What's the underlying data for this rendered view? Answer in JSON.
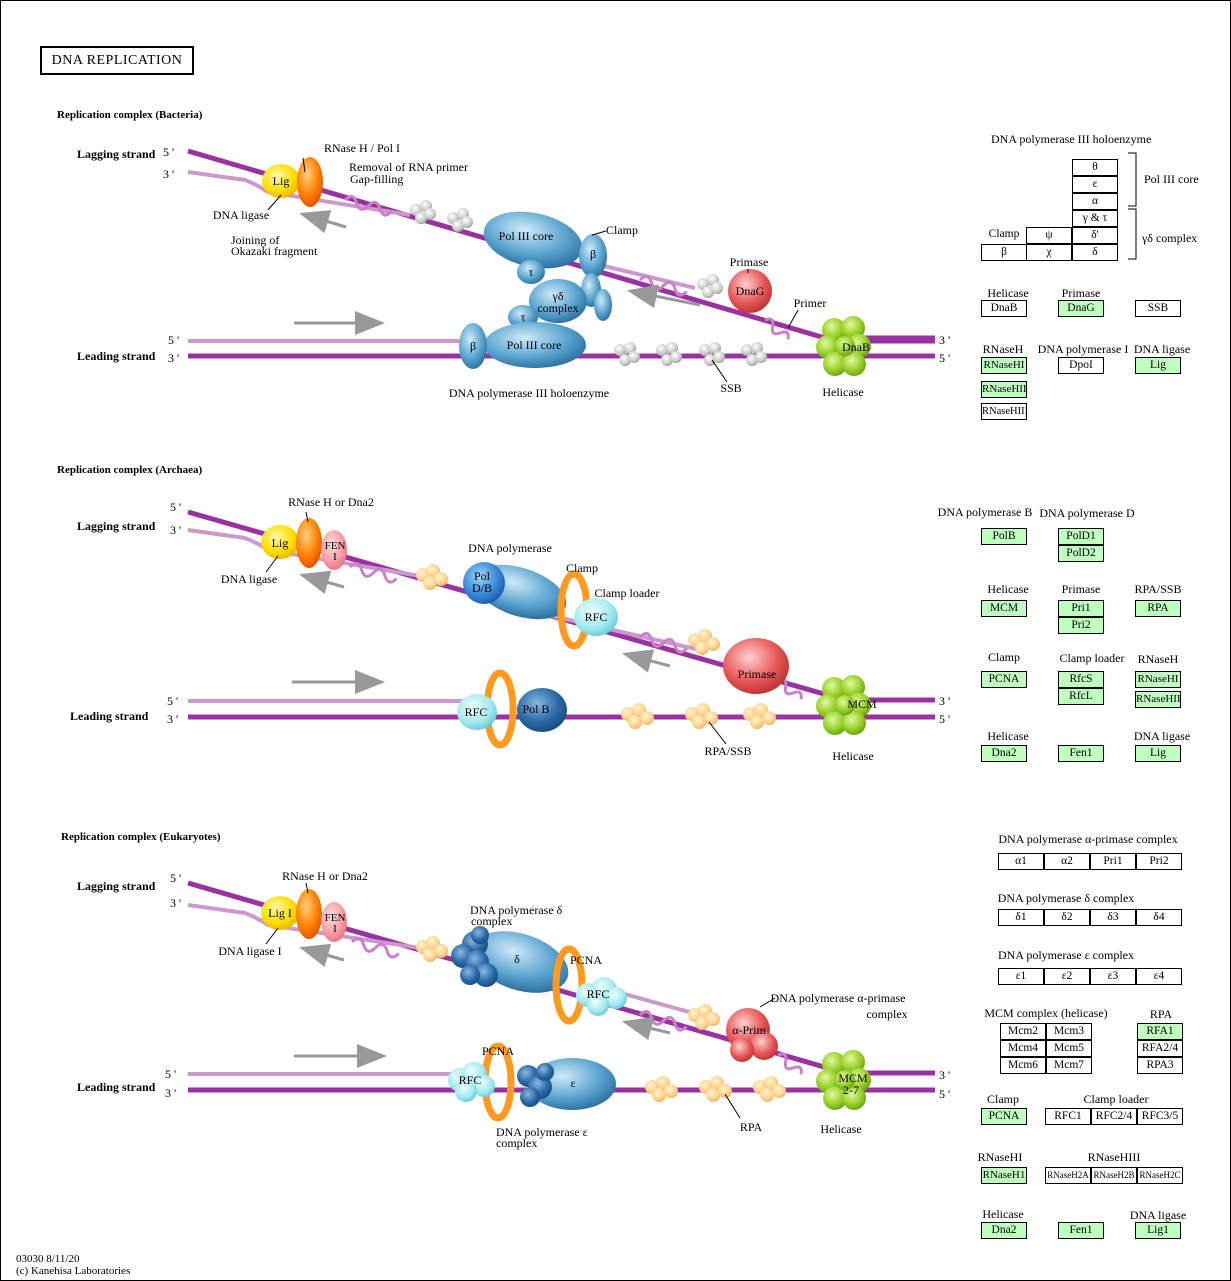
{
  "title": "DNA REPLICATION",
  "footer": {
    "id_date": "03030 8/11/20",
    "copyright": "(c) Kanehisa Laboratories"
  },
  "bacteria": {
    "heading": "Replication complex (Bacteria)",
    "lagging": "Lagging strand",
    "leading": "Leading strand",
    "p5": "5 '",
    "p3": "3 '",
    "rnaseh": "RNase H / Pol I",
    "removal": "Removal of RNA primer",
    "gap": "Gap-filling",
    "lig": "Lig",
    "ligase": "DNA ligase",
    "joining1": "Joining of",
    "joining2": "Okazaki fragment",
    "pol3core": "Pol III core",
    "clamp": "Clamp",
    "beta": "β",
    "tau": "τ",
    "gd1": "γδ",
    "gd2": "complex",
    "primase": "Primase",
    "dnag": "DnaG",
    "primer": "Primer",
    "dnab": "DnaB",
    "helicase": "Helicase",
    "ssb": "SSB",
    "holo": "DNA polymerase III holoenzyme"
  },
  "archaea": {
    "heading": "Replication complex (Archaea)",
    "lagging": "Lagging strand",
    "leading": "Leading strand",
    "p5": "5 '",
    "p3": "3 '",
    "rnaseh": "RNase H or Dna2",
    "lig": "Lig",
    "ligase": "DNA ligase",
    "fen1": "FEN",
    "fen2": "I",
    "dnapol": "DNA polymerase",
    "pol1": "Pol",
    "pol2": "D/B",
    "clamp": "Clamp",
    "clamploader": "Clamp loader",
    "rfc": "RFC",
    "primase": "Primase",
    "mcm": "MCM",
    "helicase": "Helicase",
    "polb": "Pol B",
    "rpassb": "RPA/SSB"
  },
  "eukaryotes": {
    "heading": "Replication complex (Eukaryotes)",
    "lagging": "Lagging strand",
    "leading": "Leading strand",
    "p5": "5 '",
    "p3": "3 '",
    "rnaseh": "RNase H or Dna2",
    "lig": "Lig I",
    "ligase": "DNA ligase I",
    "fen1": "FEN",
    "fen2": "I",
    "pold1": "DNA polymerase δ",
    "pold2": "complex",
    "delta": "δ",
    "pcna": "PCNA",
    "rfc": "RFC",
    "aprim": "α-Prim",
    "apc1": "DNA polymerase α-primase",
    "apc2": "complex",
    "mcm1": "MCM",
    "mcm2": "2-7",
    "helicase": "Helicase",
    "eps": "ε",
    "pole1": "DNA polymerase ε",
    "pole2": "complex",
    "rpa": "RPA"
  },
  "legend_bacteria": {
    "holo": "DNA polymerase III holoenzyme",
    "theta": "θ",
    "epsilon": "ε",
    "alpha": "α",
    "gt": "γ & τ",
    "clamp": "Clamp",
    "psi": "ψ",
    "dprime": "δ'",
    "beta": "β",
    "chi": "χ",
    "delta": "δ",
    "core": "Pol III core",
    "gdc": "γδ complex",
    "helicase": "Helicase",
    "dnab": "DnaB",
    "primase": "Primase",
    "dnag": "DnaG",
    "ssb": "SSB",
    "rnaseh": "RNaseH",
    "rh1": "RNaseHI",
    "rh2": "RNaseHII",
    "rh3": "RNaseHIII",
    "pol1": "DNA polymerase I",
    "dpoi": "DpoI",
    "ligase": "DNA ligase",
    "lig": "Lig"
  },
  "legend_archaea": {
    "polb": "DNA polymerase B",
    "polb_g": "PolB",
    "pold": "DNA polymerase D",
    "pold1": "PolD1",
    "pold2": "PolD2",
    "helicase": "Helicase",
    "mcm": "MCM",
    "primase": "Primase",
    "pri1": "Pri1",
    "pri2": "Pri2",
    "rpassb": "RPA/SSB",
    "rpa": "RPA",
    "clamp": "Clamp",
    "pcna": "PCNA",
    "clamploader": "Clamp loader",
    "rfcs": "RfcS",
    "rfcl": "RfcL",
    "rnaseh": "RNaseH",
    "rh1": "RNaseHI",
    "rh2": "RNaseHII",
    "helicase2": "Helicase",
    "dna2": "Dna2",
    "fen1": "Fen1",
    "ligase": "DNA ligase",
    "lig": "Lig"
  },
  "legend_eukaryotes": {
    "apc": "DNA polymerase α-primase complex",
    "a1": "α1",
    "a2": "α2",
    "pri1": "Pri1",
    "pri2": "Pri2",
    "dc": "DNA polymerase δ complex",
    "d1": "δ1",
    "d2": "δ2",
    "d3": "δ3",
    "d4": "δ4",
    "ec": "DNA polymerase ε complex",
    "e1": "ε1",
    "e2": "ε2",
    "e3": "ε3",
    "e4": "ε4",
    "mcmc": "MCM complex (helicase)",
    "mcm2": "Mcm2",
    "mcm3": "Mcm3",
    "mcm4": "Mcm4",
    "mcm5": "Mcm5",
    "mcm6": "Mcm6",
    "mcm7": "Mcm7",
    "rpa": "RPA",
    "rfa1": "RFA1",
    "rfa24": "RFA2/4",
    "rpa3": "RPA3",
    "clamp": "Clamp",
    "pcna": "PCNA",
    "clamploader": "Clamp loader",
    "rfc1": "RFC1",
    "rfc24": "RFC2/4",
    "rfc35": "RFC3/5",
    "rh1": "RNaseHI",
    "rnaseh1": "RNaseH1",
    "rh3": "RNaseHIII",
    "h2a": "RNaseH2A",
    "h2b": "RNaseH2B",
    "h2c": "RNaseH2C",
    "helicase": "Helicase",
    "dna2": "Dna2",
    "fen1": "Fen1",
    "ligase": "DNA ligase",
    "lig1": "Lig1"
  },
  "colors": {
    "dna_dark": "#9932a0",
    "dna_light": "#cc99cc",
    "lig_yellow": "#ffe000",
    "rnase_orange": "#ff8000",
    "pol_blue": "#4a9ac8",
    "primase_red": "#e85050",
    "helicase_green": "#8cc820",
    "gene_green": "#bfffbf"
  }
}
